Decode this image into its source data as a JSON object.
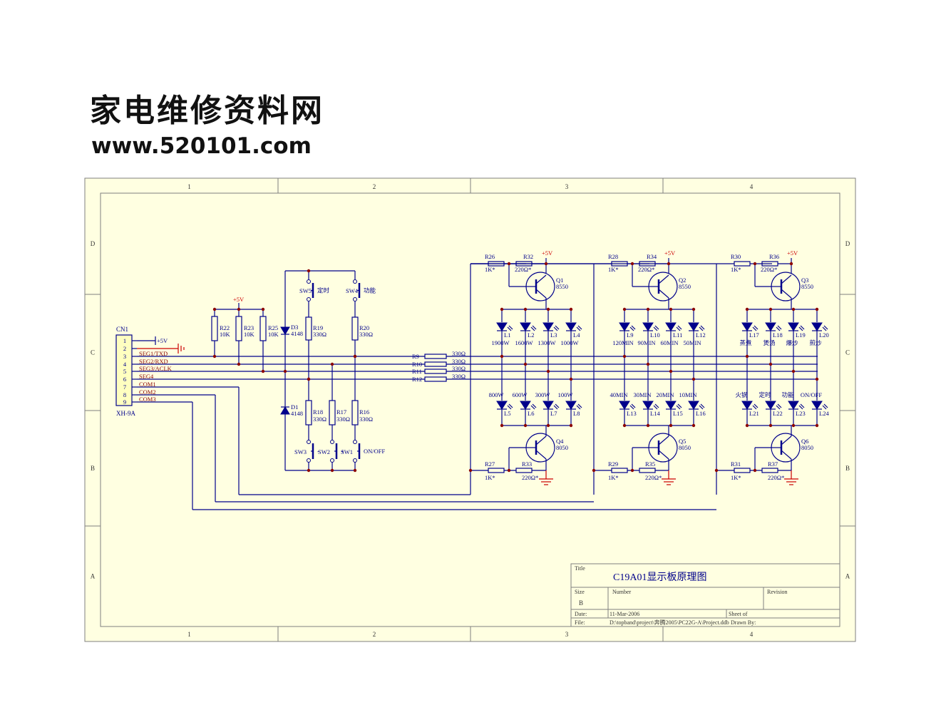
{
  "watermark": {
    "title_cn": "家电维修资料网",
    "url": "www.520101.com"
  },
  "frame": {
    "cols": [
      "1",
      "2",
      "3",
      "4"
    ],
    "rows": [
      "D",
      "C",
      "B",
      "A"
    ]
  },
  "connector": {
    "ref": "CN1",
    "part": "XH-9A",
    "pins": [
      "1",
      "2",
      "3",
      "4",
      "5",
      "6",
      "7",
      "8",
      "9"
    ],
    "nets": [
      "+5V",
      "",
      "SEG1/TXD",
      "SEG2/RXD",
      "SEG3/ACLK",
      "SEG4",
      "COM1",
      "COM2",
      "COM3"
    ]
  },
  "power": {
    "vcc": "+5V"
  },
  "pullups": [
    {
      "ref": "R22",
      "value": "10K"
    },
    {
      "ref": "R23",
      "value": "10K"
    },
    {
      "ref": "R25",
      "value": "10K"
    }
  ],
  "diodes": [
    {
      "ref": "D3",
      "value": "4148"
    },
    {
      "ref": "D1",
      "value": "4148"
    }
  ],
  "switch_resistors_top": [
    {
      "ref": "R19",
      "value": "330Ω"
    },
    {
      "ref": "R20",
      "value": "330Ω"
    }
  ],
  "switch_resistors_bottom": [
    {
      "ref": "R18",
      "value": "330Ω"
    },
    {
      "ref": "R17",
      "value": "330Ω"
    },
    {
      "ref": "R16",
      "value": "330Ω"
    }
  ],
  "switches_top": [
    {
      "ref": "SW5",
      "label": "定时"
    },
    {
      "ref": "SW4",
      "label": "功能"
    }
  ],
  "switches_bottom": [
    {
      "ref": "SW3",
      "label": "-"
    },
    {
      "ref": "SW2",
      "label": "+"
    },
    {
      "ref": "SW1",
      "label": "ON/OFF"
    }
  ],
  "series_resistors": [
    {
      "ref": "R9",
      "value": "330Ω"
    },
    {
      "ref": "R10",
      "value": "330Ω"
    },
    {
      "ref": "R11",
      "value": "330Ω"
    },
    {
      "ref": "R12",
      "value": "330Ω"
    }
  ],
  "groups": [
    {
      "top_base_r": {
        "ref": "R26",
        "value": "1K*"
      },
      "top_pull_r": {
        "ref": "R32",
        "value": "220Ω*"
      },
      "top_q": {
        "ref": "Q1",
        "part": "8550"
      },
      "bot_base_r": {
        "ref": "R27",
        "value": "1K*"
      },
      "bot_pull_r": {
        "ref": "R33",
        "value": "220Ω*"
      },
      "bot_q": {
        "ref": "Q4",
        "part": "8050"
      },
      "leds_top": [
        {
          "ref": "L1",
          "label": "1900W"
        },
        {
          "ref": "L2",
          "label": "1600W"
        },
        {
          "ref": "L3",
          "label": "1300W"
        },
        {
          "ref": "L4",
          "label": "1000W"
        }
      ],
      "leds_bottom": [
        {
          "ref": "L5",
          "label": "800W"
        },
        {
          "ref": "L6",
          "label": "600W"
        },
        {
          "ref": "L7",
          "label": "300W"
        },
        {
          "ref": "L8",
          "label": "100W"
        }
      ]
    },
    {
      "top_base_r": {
        "ref": "R28",
        "value": "1K*"
      },
      "top_pull_r": {
        "ref": "R34",
        "value": "220Ω*"
      },
      "top_q": {
        "ref": "Q2",
        "part": "8550"
      },
      "bot_base_r": {
        "ref": "R29",
        "value": "1K*"
      },
      "bot_pull_r": {
        "ref": "R35",
        "value": "220Ω*"
      },
      "bot_q": {
        "ref": "Q5",
        "part": "8050"
      },
      "leds_top": [
        {
          "ref": "L9",
          "label": "120MIN"
        },
        {
          "ref": "L10",
          "label": "90MIN"
        },
        {
          "ref": "L11",
          "label": "60MIN"
        },
        {
          "ref": "L12",
          "label": "50MIN"
        }
      ],
      "leds_bottom": [
        {
          "ref": "L13",
          "label": "40MIN"
        },
        {
          "ref": "L14",
          "label": "30MIN"
        },
        {
          "ref": "L15",
          "label": "20MIN"
        },
        {
          "ref": "L16",
          "label": "10MIN"
        }
      ]
    },
    {
      "top_base_r": {
        "ref": "R30",
        "value": "1K*"
      },
      "top_pull_r": {
        "ref": "R36",
        "value": "220Ω*"
      },
      "top_q": {
        "ref": "Q3",
        "part": "8550"
      },
      "bot_base_r": {
        "ref": "R31",
        "value": "1K*"
      },
      "bot_pull_r": {
        "ref": "R37",
        "value": "220Ω*"
      },
      "bot_q": {
        "ref": "Q6",
        "part": "8050"
      },
      "leds_top": [
        {
          "ref": "L17",
          "label": "蒸煮"
        },
        {
          "ref": "L18",
          "label": "煲汤"
        },
        {
          "ref": "L19",
          "label": "爆炒"
        },
        {
          "ref": "L20",
          "label": "煎炒"
        }
      ],
      "leds_bottom": [
        {
          "ref": "L21",
          "label": "火锅"
        },
        {
          "ref": "L22",
          "label": "定时"
        },
        {
          "ref": "L23",
          "label": "功能"
        },
        {
          "ref": "L24",
          "label": "ON/OFF"
        }
      ]
    }
  ],
  "title_block": {
    "title_label": "Title",
    "title": "C19A01显示板原理图",
    "size_label": "Size",
    "size": "B",
    "number_label": "Number",
    "revision_label": "Revision",
    "date_label": "Date:",
    "date": "11-Mar-2006",
    "sheet_label": "Sheet    of",
    "file_label": "File:",
    "file": "D:\\topband\\project\\奔腾2005\\PC22G-A\\Project.ddb",
    "drawn_label": "Drawn By:"
  },
  "colors": {
    "line": "#00008b",
    "text": "#00008b",
    "net": "#8b0000",
    "power": "#cc0000",
    "paper": "#ffffe1",
    "frame": "#7f7f7f",
    "junction": "#8b0000"
  }
}
